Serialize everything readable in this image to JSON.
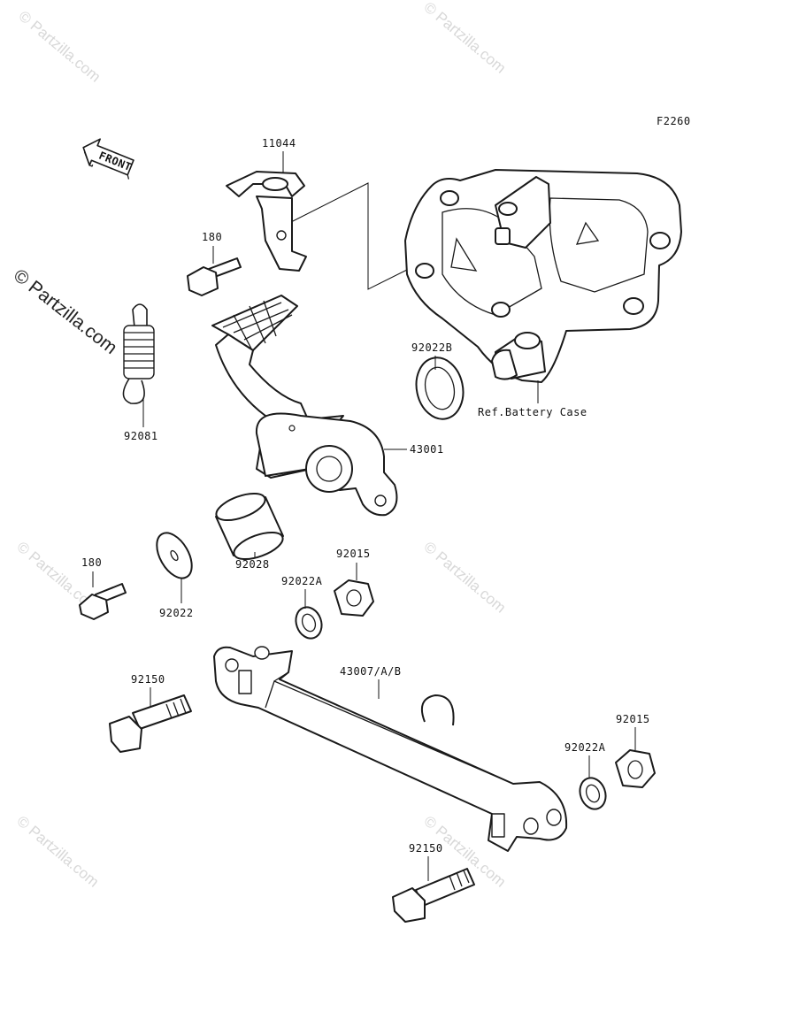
{
  "figure_code": "F2260",
  "front_arrow_label": "FRONT",
  "side_watermark": "© Partzilla.com",
  "background_watermark": "© Partzilla.com",
  "part_labels": {
    "bracket_11044": "11044",
    "bolt_180_top": "180",
    "spring_92081": "92081",
    "washer_92022b": "92022B",
    "reference_note": "Ref.Battery Case",
    "pedal_43001": "43001",
    "collar_92028": "92028",
    "bolt_180_bottom": "180",
    "washer_92022": "92022",
    "nut_92015_top": "92015",
    "washer_92022a_top": "92022A",
    "rod_43007": "43007/A/B",
    "bolt_92150_left": "92150",
    "nut_92015_right": "92015",
    "washer_92022a_right": "92022A",
    "bolt_92150_bottom": "92150"
  }
}
